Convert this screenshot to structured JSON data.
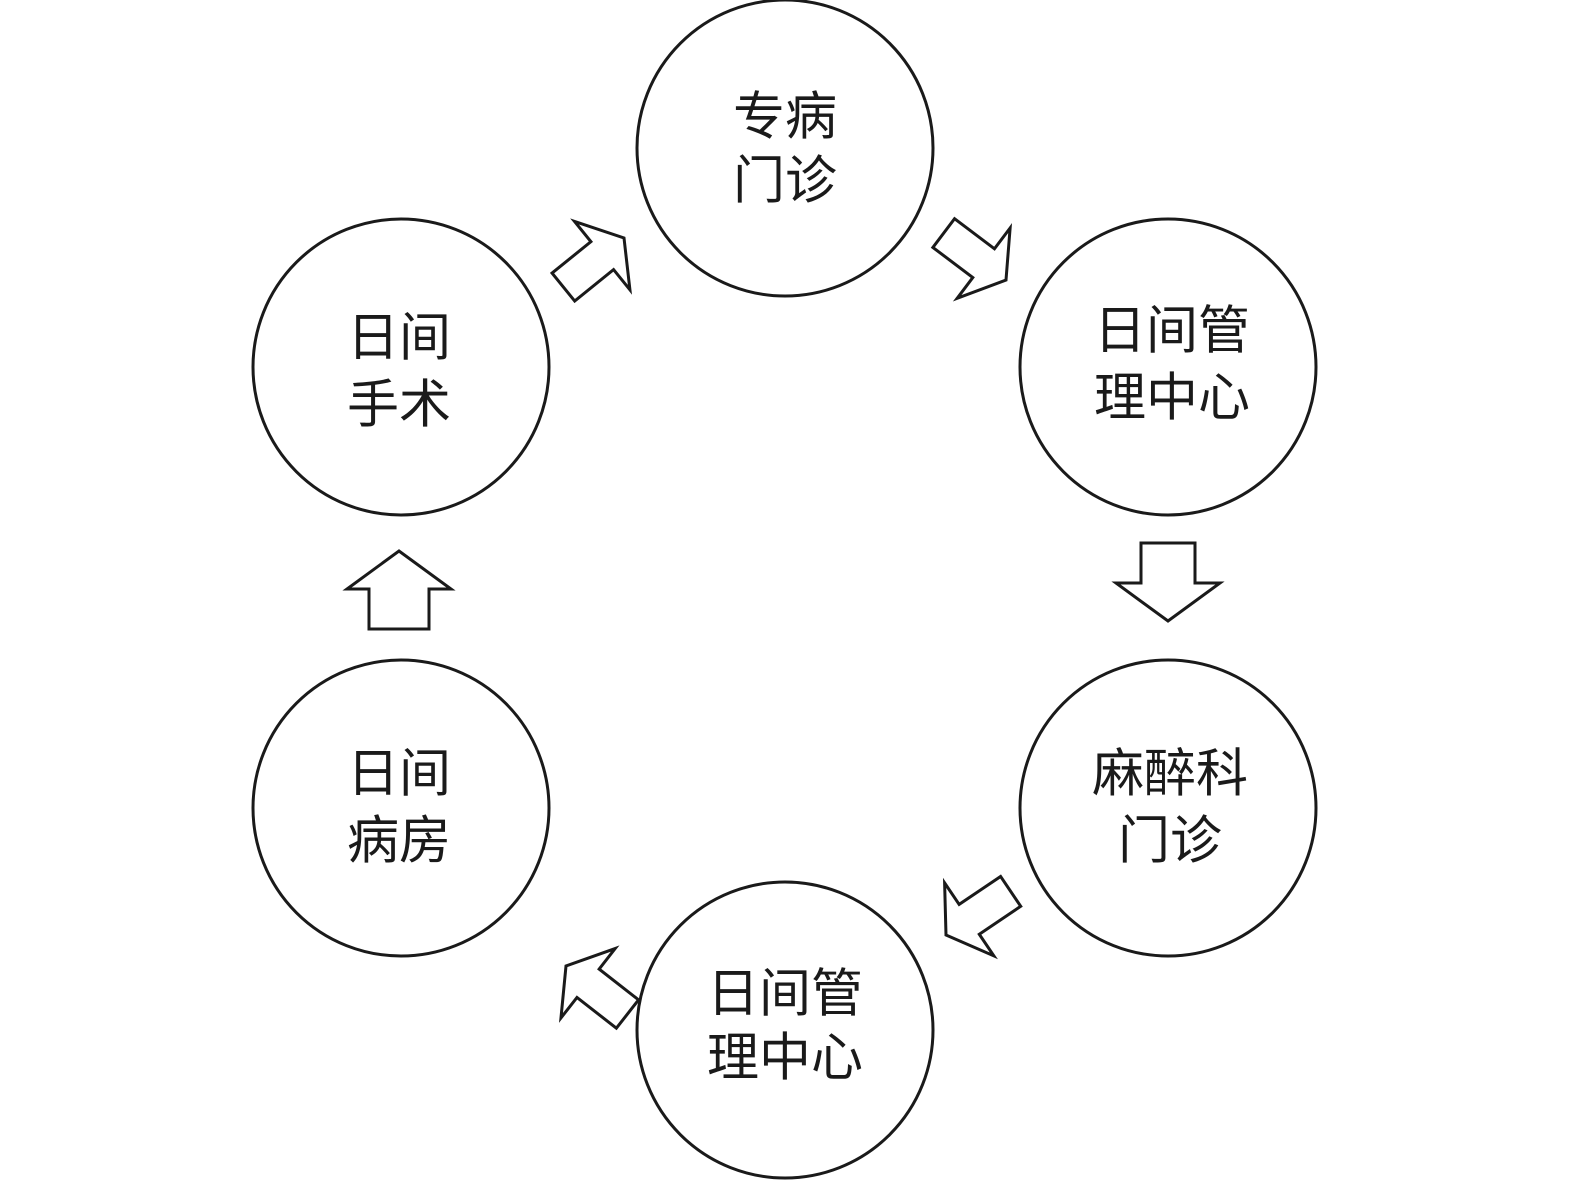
{
  "nodes": [
    {
      "id": "specialist-clinic",
      "lines": [
        "专病",
        "门诊"
      ]
    },
    {
      "id": "day-management-center-1",
      "lines": [
        "日间管",
        "理中心"
      ]
    },
    {
      "id": "anesthesia-clinic",
      "lines": [
        "麻醉科",
        "门诊"
      ]
    },
    {
      "id": "day-management-center-2",
      "lines": [
        "日间管",
        "理中心"
      ]
    },
    {
      "id": "day-ward",
      "lines": [
        "日间",
        "病房"
      ]
    },
    {
      "id": "day-surgery",
      "lines": [
        "日间",
        "手术"
      ]
    }
  ],
  "edges": [
    {
      "from": "specialist-clinic",
      "to": "day-management-center-1"
    },
    {
      "from": "day-management-center-1",
      "to": "anesthesia-clinic"
    },
    {
      "from": "anesthesia-clinic",
      "to": "day-management-center-2"
    },
    {
      "from": "day-management-center-2",
      "to": "day-ward"
    },
    {
      "from": "day-ward",
      "to": "day-surgery"
    },
    {
      "from": "day-surgery",
      "to": "specialist-clinic"
    }
  ],
  "colors": {
    "stroke": "#1a1a1a",
    "fill": "#ffffff",
    "text": "#1a1a1a"
  }
}
